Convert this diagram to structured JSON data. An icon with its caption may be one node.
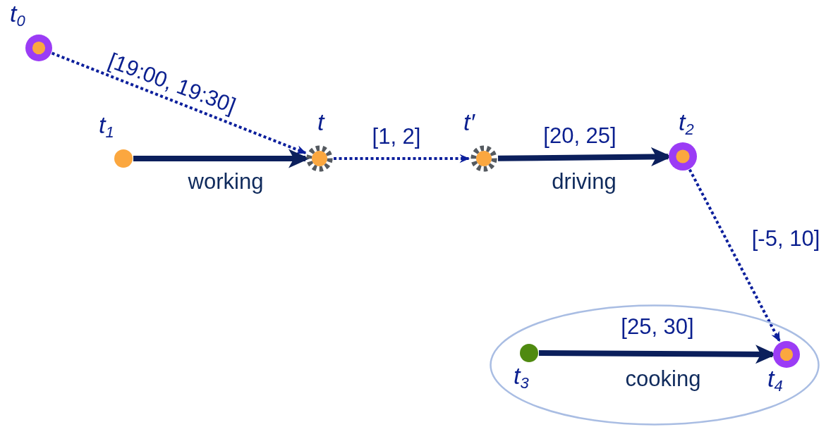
{
  "diagram": {
    "nodes": [
      {
        "text": [
          "t$_{0}$"
        ]
      },
      {
        "text": [
          "t$_{1}$"
        ]
      },
      {
        "text": [
          "t"
        ]
      },
      {
        "text": [
          "t′"
        ]
      },
      {
        "text": [
          "t$_{2}$"
        ]
      },
      {
        "text": [],
        "shape": "ellipse"
      },
      {
        "text": [
          "t$_{3}$"
        ],
        "in": 5
      },
      {
        "text": [
          "t$_{4}$"
        ],
        "in": 5
      }
    ],
    "edges": [
      {
        "from": 0,
        "to": 2,
        "arrow": "to",
        "style": "dashed",
        "label": "[19:00, 19:30]"
      },
      {
        "from": 1,
        "to": 2,
        "arrow": "to",
        "style": "thick",
        "label": "working"
      },
      {
        "from": 2,
        "to": 3,
        "arrow": "to",
        "style": "dashed",
        "label": "[1, 2]"
      },
      {
        "from": 3,
        "to": 4,
        "arrow": "to",
        "style": "thick",
        "label": "[20, 25]"
      },
      {
        "from": 4,
        "to": 7,
        "arrow": "to",
        "style": "dashed",
        "label": "[-5, 10]"
      },
      {
        "from": 6,
        "to": 7,
        "arrow": "to",
        "style": "thick",
        "label": "[25, 30]"
      }
    ],
    "labels": [
      "driving",
      "cooking"
    ]
  }
}
